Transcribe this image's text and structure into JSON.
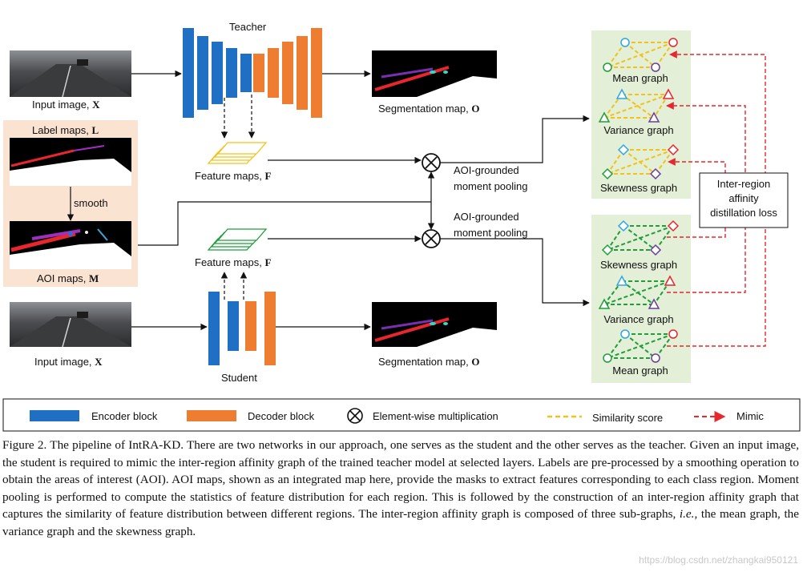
{
  "figure": {
    "teacher_label": "Teacher",
    "student_label": "Student",
    "input_label_top_text": "Input image, ",
    "input_label_top_sym": "X",
    "input_label_bottom_text": "Input image, ",
    "input_label_bottom_sym": "X",
    "label_maps_text": "Label maps, ",
    "label_maps_sym": "L",
    "smooth_label": "smooth",
    "aoi_maps_text": "AOI maps, ",
    "aoi_maps_sym": "M",
    "seg_top_text": "Segmentation map, ",
    "seg_top_sym": "O",
    "seg_bottom_text": "Segmentation map, ",
    "seg_bottom_sym": "O",
    "feat_top_text": "Feature maps, ",
    "feat_top_sym": "F",
    "feat_bottom_text": "Feature maps, ",
    "feat_bottom_sym": "F",
    "pool_top_line1": "AOI-grounded",
    "pool_top_line2": "moment pooling",
    "pool_bottom_line1": "AOI-grounded",
    "pool_bottom_line2": "moment pooling",
    "teacher_graphs": [
      "Mean graph",
      "Variance graph",
      "Skewness graph"
    ],
    "student_graphs": [
      "Skewness graph",
      "Variance graph",
      "Mean graph"
    ],
    "loss_line1": "Inter-region",
    "loss_line2": "affinity",
    "loss_line3": "distillation loss"
  },
  "legend": {
    "encoder": "Encoder block",
    "decoder": "Decoder block",
    "mult": "Element-wise multiplication",
    "similarity": "Similarity score",
    "mimic": "Mimic"
  },
  "colors": {
    "encoder": "#1f6fc5",
    "decoder": "#ee7d32",
    "teacher_graph": "#f2c21b",
    "student_graph": "#1f9e3a",
    "mimic": "#e8262d",
    "graph_bg": "#e3efd7",
    "label_panel_bg": "#fbe3d2"
  },
  "caption": {
    "prefix": "Figure 2. The pipeline of IntRA-KD. There are two networks in our approach, one serves as the student and the other serves as the teacher. Given an input image, the student is required to mimic the inter-region affinity graph of the trained teacher model at selected layers. Labels are pre-processed by a smoothing operation to obtain the areas of interest (AOI). AOI maps, shown as an integrated map here, provide the masks to extract features corresponding to each class region. Moment pooling is performed to compute the statistics of feature distribution for each region.  This is followed by the construction of an inter-region affinity graph that captures the similarity of feature distribution between different regions. The inter-region affinity graph is composed of three sub-graphs, ",
    "ie": "i.e.",
    "suffix": ", the mean graph, the variance graph and the skewness graph."
  },
  "watermark": "https://blog.csdn.net/zhangkai950121"
}
